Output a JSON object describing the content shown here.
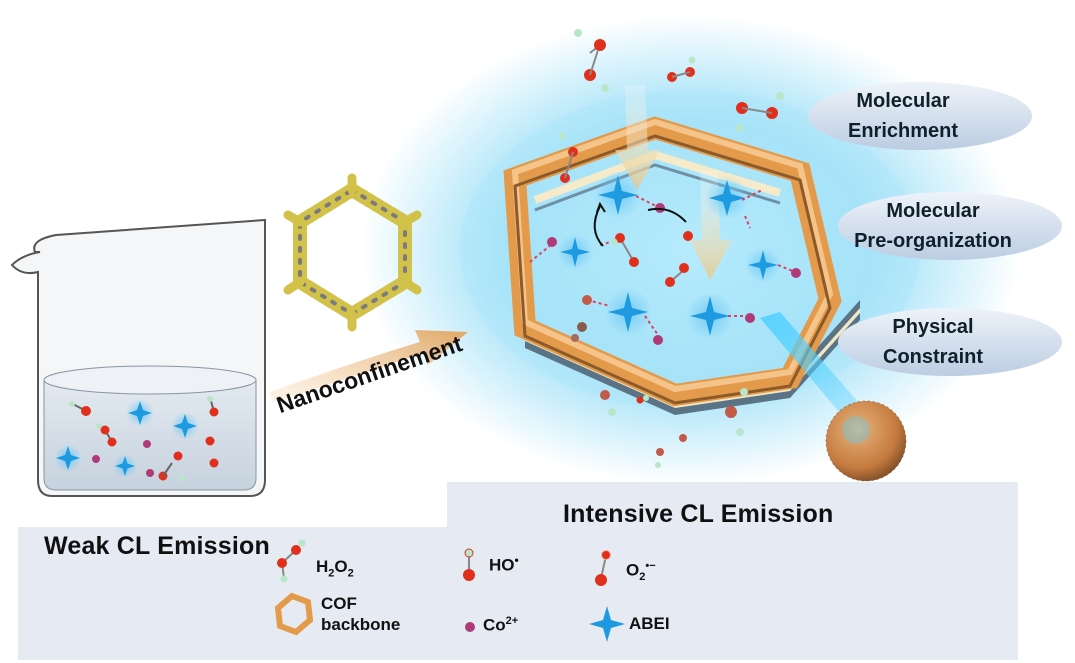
{
  "labels": {
    "nanoconfinement": "Nanoconfinement",
    "weak_title": "Weak CL Emission",
    "intensive_title": "Intensive CL Emission"
  },
  "mechanisms": [
    {
      "line1": "Molecular",
      "line2": "Enrichment"
    },
    {
      "line1": "Molecular",
      "line2": "Pre-organization"
    },
    {
      "line1": "Physical",
      "line2": "Constraint"
    }
  ],
  "legend": {
    "h2o2": {
      "main": "H",
      "sub1": "2",
      "mid": "O",
      "sub2": "2"
    },
    "ho": {
      "main": "HO",
      "sup": "•"
    },
    "o2": {
      "main": "O",
      "sub": "2",
      "sup": "•−"
    },
    "cof": {
      "line1": "COF",
      "line2": "backbone"
    },
    "co": {
      "main": "Co",
      "sup": "2+"
    },
    "abei": "ABEI"
  },
  "colors": {
    "cof_orange": "#e39a4a",
    "glow_blue": "#7fd6f5",
    "abei_blue": "#1e9be0",
    "oxygen_red": "#e0301c",
    "hydrogen_green": "#b8e6c8",
    "cobalt_purple": "#b03a78",
    "legend_panel": "#e6ebf3",
    "pill_blue": "#cddbeb"
  }
}
